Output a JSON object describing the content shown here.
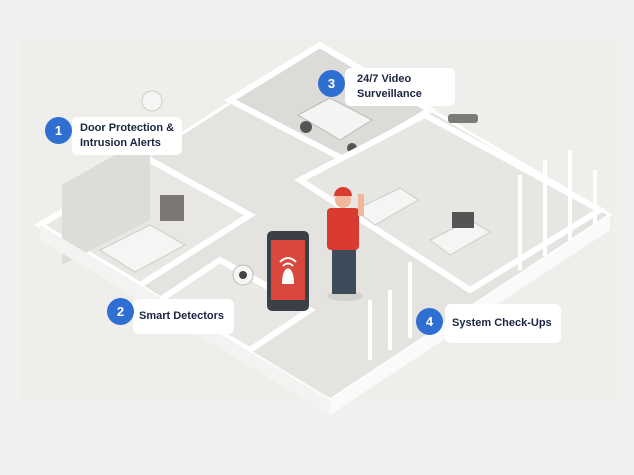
{
  "features": [
    {
      "number": "1",
      "title": "Door Protection & Intrusion Alerts"
    },
    {
      "number": "2",
      "title": "Smart Detectors"
    },
    {
      "number": "3",
      "title": "24/7 Video Surveillance"
    },
    {
      "number": "4",
      "title": "System Check-Ups"
    }
  ],
  "colors": {
    "accent": "#2f6fd1",
    "alert": "#d9473d",
    "text": "#1b2540"
  }
}
